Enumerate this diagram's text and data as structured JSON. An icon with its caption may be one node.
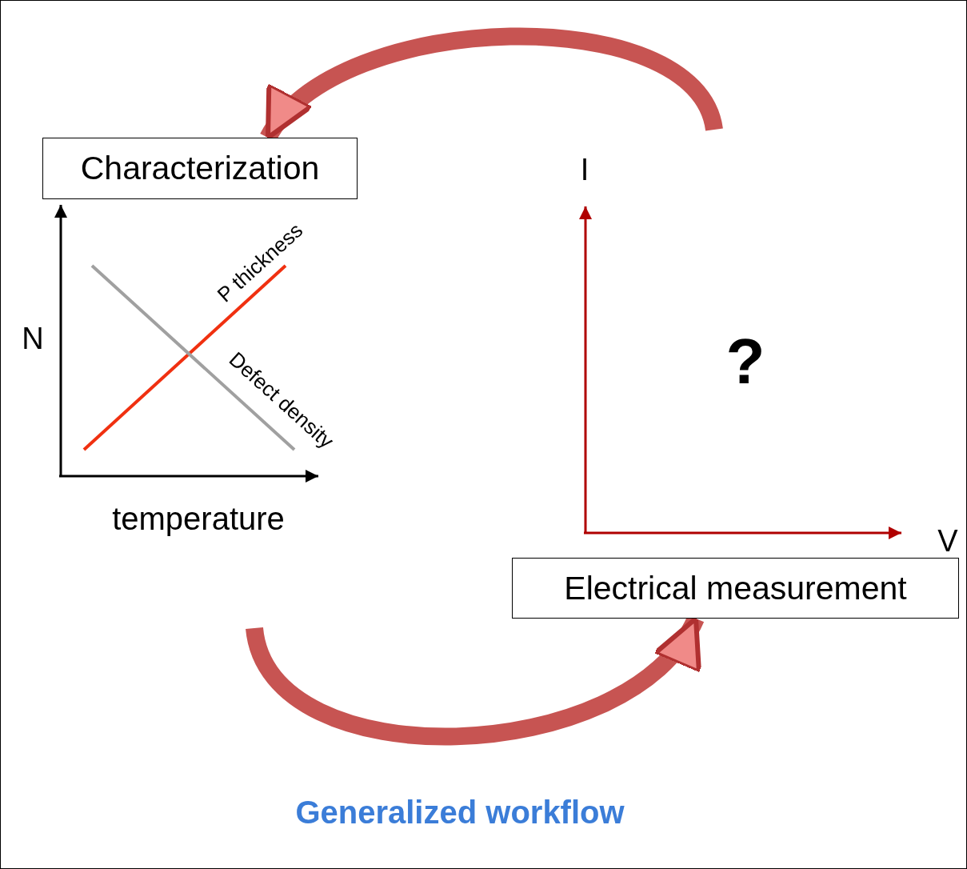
{
  "diagram": {
    "title": "Generalized workflow",
    "nodes": [
      {
        "text": [
          "Characterization"
        ]
      },
      {
        "text": [
          "Electrical measurement"
        ]
      }
    ],
    "edges": [
      {
        "from": null,
        "to": 0,
        "arrow": "to"
      },
      {
        "from": null,
        "to": 1,
        "arrow": "to"
      }
    ],
    "labels": [
      "N",
      "temperature",
      "P thickness",
      "Defect density",
      "I",
      "V",
      "?"
    ]
  }
}
